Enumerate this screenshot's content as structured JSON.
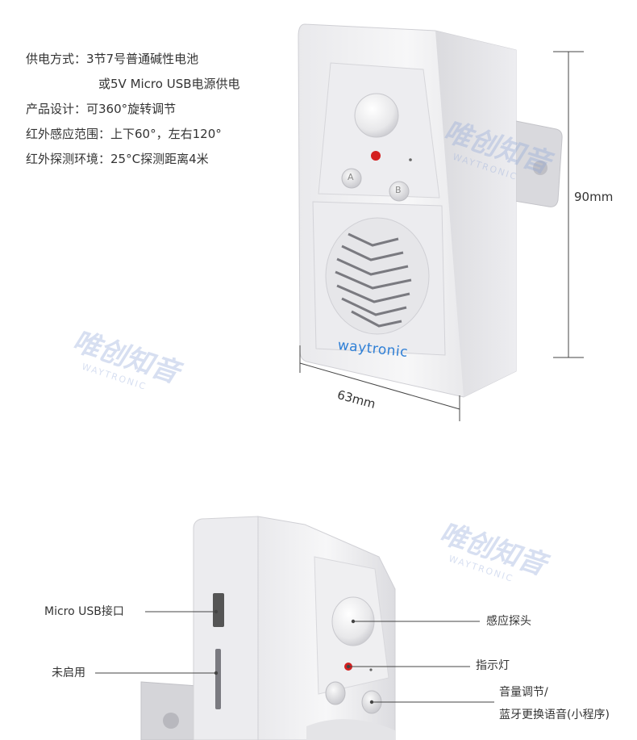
{
  "specs": [
    {
      "label": "供电方式：",
      "value": "3节7号普通碱性电池"
    },
    {
      "label": "",
      "value": "或5V Micro USB电源供电"
    },
    {
      "label": "产品设计：",
      "value": "可360°旋转调节"
    },
    {
      "label": "红外感应范围：",
      "value": "上下60°，左右120°"
    },
    {
      "label": "红外探测环境：",
      "value": "25°C探测距离4米"
    }
  ],
  "dimensions": {
    "height": "90mm",
    "width": "63mm"
  },
  "brand": {
    "logo_text": "waytronic",
    "watermark_cn": "唯创知音",
    "watermark_en": "WAYTRONIC"
  },
  "device_buttons": {
    "a": "A",
    "b": "B"
  },
  "callouts": {
    "micro_usb": "Micro USB接口",
    "unused": "未启用",
    "sensor": "感应探头",
    "indicator": "指示灯",
    "volume_line1": "音量调节/",
    "volume_line2": "蓝牙更换语音(小程序)"
  },
  "colors": {
    "brand_blue": "#2e7fd6",
    "watermark": "#8fa6d8",
    "indicator_red": "#d42020"
  }
}
